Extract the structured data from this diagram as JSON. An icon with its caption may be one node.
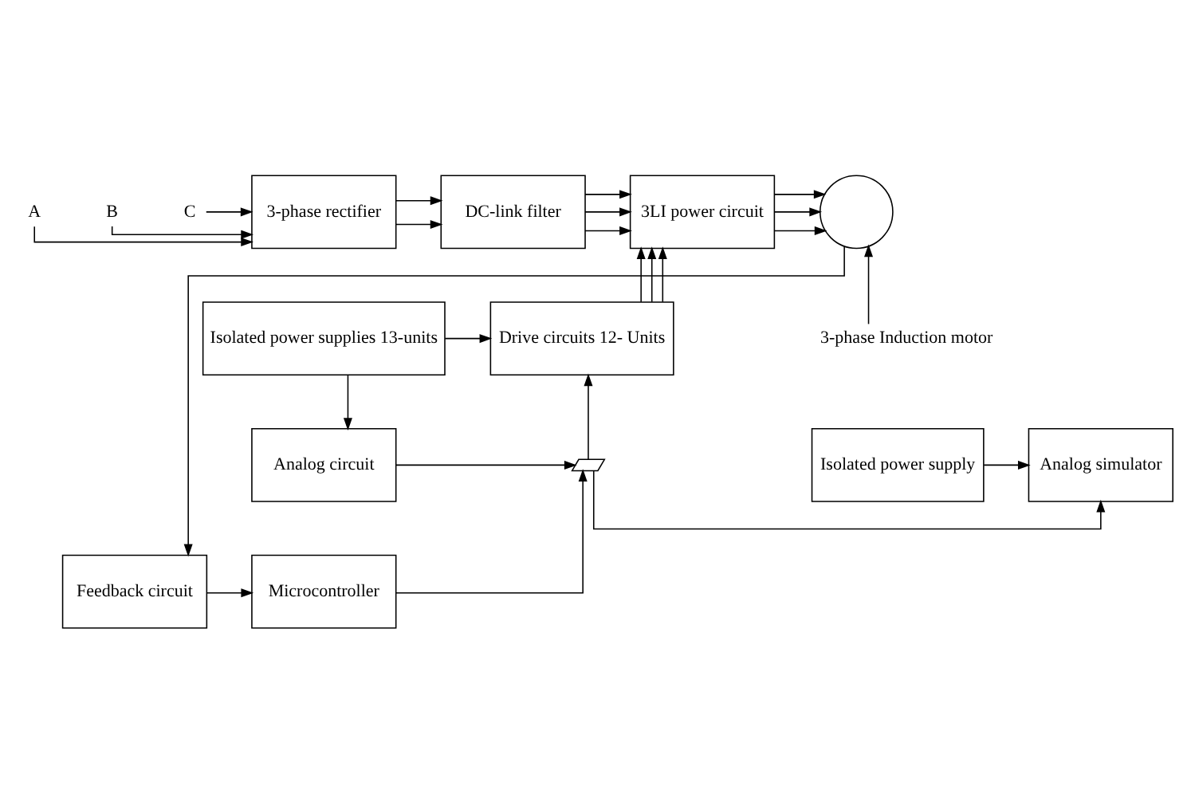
{
  "diagram": {
    "nodes": [
      {
        "text": [
          "A"
        ]
      },
      {
        "text": [
          "B"
        ]
      },
      {
        "text": [
          "C"
        ]
      },
      {
        "text": [
          "3-phase rectifier"
        ]
      },
      {
        "text": [
          "DC-link filter"
        ]
      },
      {
        "text": [
          "3LI power circuit"
        ]
      },
      {
        "text": [],
        "shape": "circle"
      },
      {
        "text": [
          "3-phase Induction motor"
        ]
      },
      {
        "text": [
          "Isolated power supplies 13-units"
        ]
      },
      {
        "text": [
          "Drive circuits 12- Units"
        ]
      },
      {
        "text": [
          "Analog circuit"
        ]
      },
      {
        "text": [],
        "shape": "switch"
      },
      {
        "text": [
          "Analog simulator"
        ]
      },
      {
        "text": [
          "Isolated power supply"
        ]
      },
      {
        "text": [
          "Microcontroller"
        ]
      },
      {
        "text": [
          "Feedback circuit"
        ]
      }
    ],
    "edges": [
      {
        "from": 0,
        "to": 3,
        "arrow": "to"
      },
      {
        "from": 1,
        "to": 3,
        "arrow": "to"
      },
      {
        "from": 2,
        "to": 3,
        "arrow": "to"
      },
      {
        "from": 3,
        "to": 4,
        "arrow": "to"
      },
      {
        "from": 3,
        "to": 4,
        "arrow": "to"
      },
      {
        "from": 4,
        "to": 5,
        "arrow": "to"
      },
      {
        "from": 4,
        "to": 5,
        "arrow": "to"
      },
      {
        "from": 4,
        "to": 5,
        "arrow": "to"
      },
      {
        "from": 5,
        "to": 6,
        "arrow": "to"
      },
      {
        "from": 5,
        "to": 6,
        "arrow": "to"
      },
      {
        "from": 5,
        "to": 6,
        "arrow": "to"
      },
      {
        "from": 7,
        "to": 6,
        "arrow": "to"
      },
      {
        "from": 8,
        "to": 9,
        "arrow": "to"
      },
      {
        "from": 8,
        "to": 10,
        "arrow": "to"
      },
      {
        "from": 9,
        "to": 5,
        "arrow": "to"
      },
      {
        "from": 9,
        "to": 5,
        "arrow": "to"
      },
      {
        "from": 9,
        "to": 5,
        "arrow": "to"
      },
      {
        "from": 10,
        "to": 11,
        "arrow": "to"
      },
      {
        "from": 11,
        "to": 12,
        "arrow": "to"
      },
      {
        "from": 11,
        "to": 9,
        "arrow": "to"
      },
      {
        "from": 13,
        "to": 12,
        "arrow": "to"
      },
      {
        "from": 14,
        "to": 11,
        "arrow": "to"
      },
      {
        "from": 6,
        "to": 15,
        "arrow": "to"
      },
      {
        "from": 15,
        "to": 14,
        "arrow": "to"
      }
    ]
  }
}
